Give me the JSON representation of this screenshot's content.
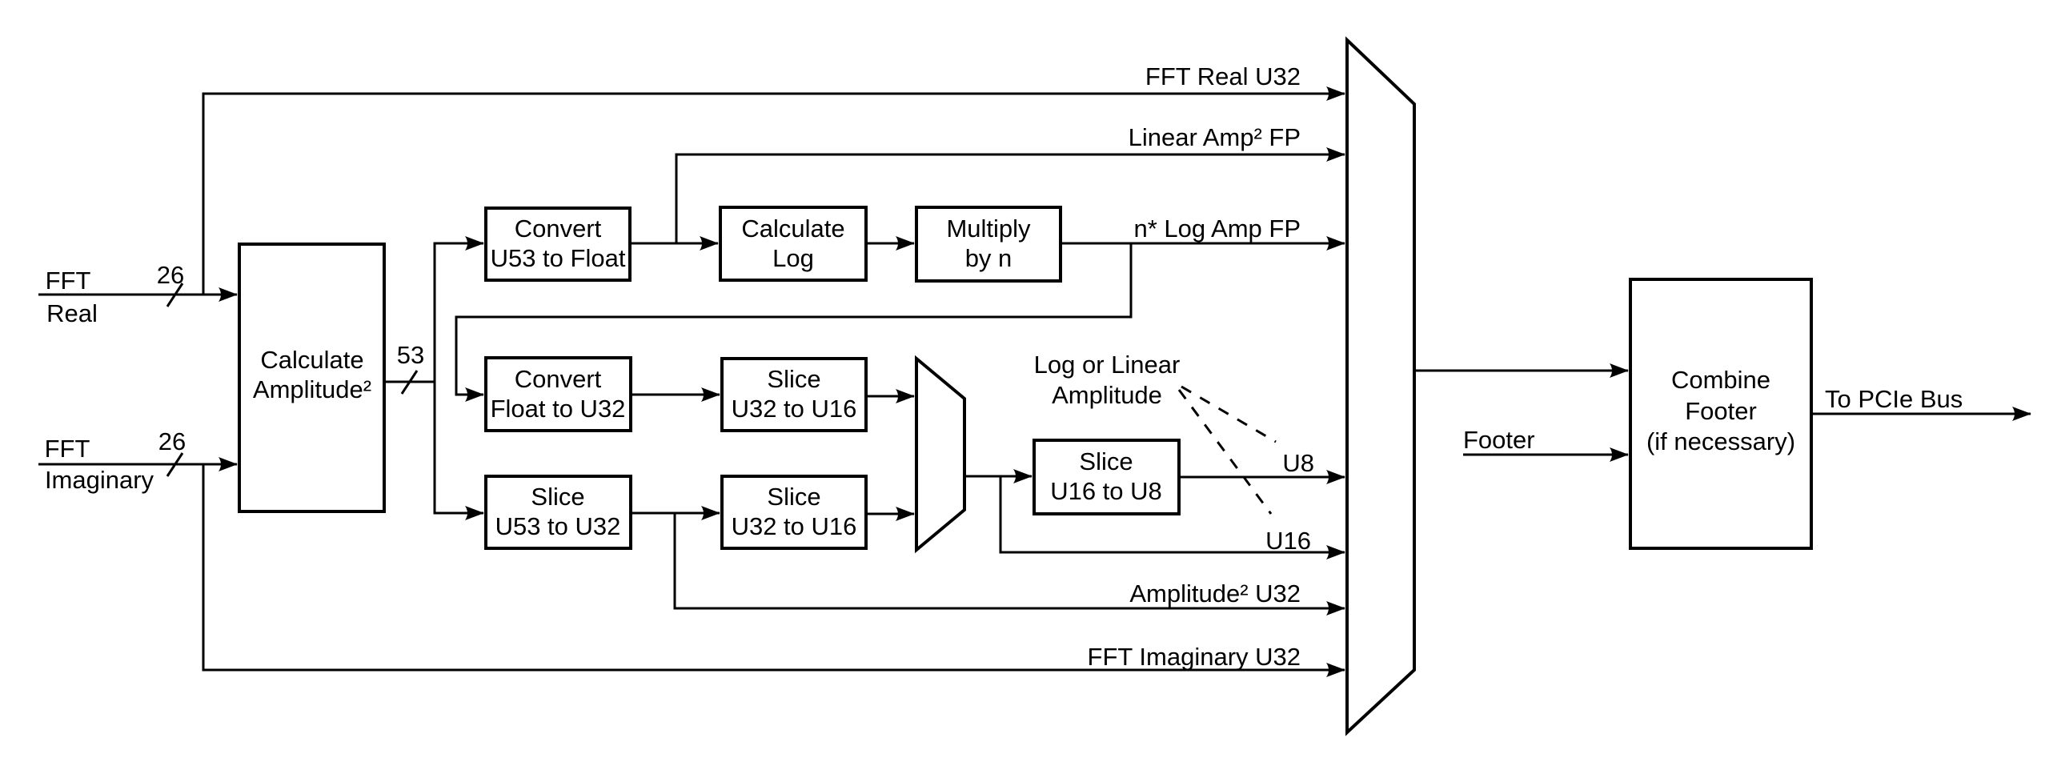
{
  "page": {
    "background": "#ffffff",
    "ink": "#000000"
  },
  "source_inputs": {
    "fft_real": {
      "label_line1": "FFT",
      "label_line2": "Real",
      "bus_width": "26"
    },
    "fft_imaginary": {
      "label_line1": "FFT",
      "label_line2": "Imaginary",
      "bus_width": "26"
    },
    "footer": {
      "label": "Footer"
    }
  },
  "bus_widths": {
    "amplitude_bus": "53"
  },
  "blocks": {
    "calculate_amplitude": {
      "line1": "Calculate",
      "line2": "Amplitude²"
    },
    "convert_u53_to_float": {
      "line1": "Convert",
      "line2": "U53 to Float"
    },
    "calculate_log": {
      "line1": "Calculate",
      "line2": "Log"
    },
    "multiply_by_n": {
      "line1": "Multiply",
      "line2": "by n"
    },
    "convert_float_to_u32": {
      "line1": "Convert",
      "line2": "Float to U32"
    },
    "slice_u32_to_u16_log": {
      "line1": "Slice",
      "line2": "U32 to U16"
    },
    "slice_u53_to_u32": {
      "line1": "Slice",
      "line2": "U53 to U32"
    },
    "slice_u32_to_u16_linear": {
      "line1": "Slice",
      "line2": "U32 to U16"
    },
    "slice_u16_to_u8": {
      "line1": "Slice",
      "line2": "U16 to U8"
    },
    "combine_footer": {
      "line1": "Combine",
      "line2": "Footer",
      "line3": "(if necessary)"
    }
  },
  "mux_input_labels": {
    "fft_real_u32": "FFT Real U32",
    "linear_amp2_fp": "Linear Amp² FP",
    "n_log_amp_fp": "n* Log Amp FP",
    "u8": "U8",
    "u16": "U16",
    "amplitude2_u32": "Amplitude² U32",
    "fft_imaginary_u32": "FFT Imaginary U32"
  },
  "annotation": {
    "line1": "Log or Linear",
    "line2": "Amplitude"
  },
  "output": {
    "to_pcie_bus": "To PCIe Bus"
  }
}
